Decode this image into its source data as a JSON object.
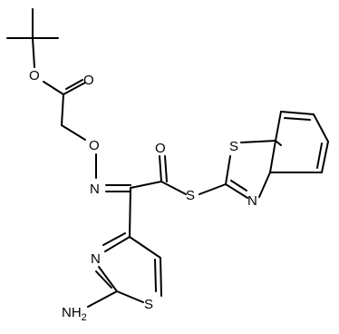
{
  "molecule": {
    "atoms": {
      "ester_O": "O",
      "carbonyl_O": "O",
      "oxime_O": "O",
      "oxime_N": "N",
      "thioester_O": "O",
      "thioester_S": "S",
      "benzothiazole_S": "S",
      "benzothiazole_N": "N",
      "thiazole_N": "N",
      "thiazole_S": "S",
      "amine_N": "NH",
      "amine_sub": "2"
    }
  }
}
